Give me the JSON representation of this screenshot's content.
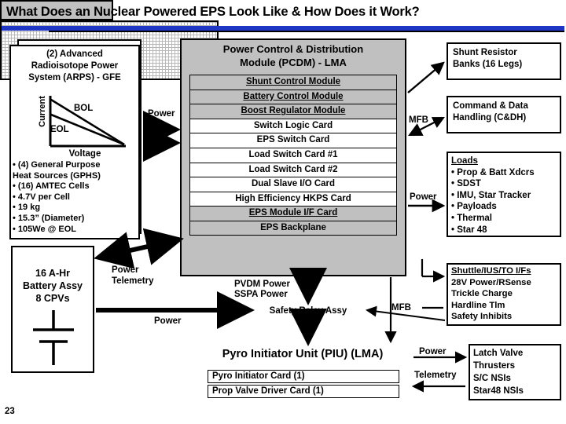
{
  "slide": {
    "title": "What Does an Nuclear Powered EPS Look Like & How Does it Work?",
    "page_number": "23",
    "accent_color": "#1f35c4",
    "panel_fill": "#c0c0c0"
  },
  "arps": {
    "title": "(2) Advanced Radioisotope Power System (ARPS) - GFE",
    "title_line1": "(2) Advanced",
    "title_line2": "Radioisotope Power",
    "title_line3": "System (ARPS) - GFE",
    "graph": {
      "ylabel": "Current",
      "xlabel": "Voltage",
      "curves": [
        {
          "name": "BOL",
          "label": "BOL"
        },
        {
          "name": "EOL",
          "label": "EOL"
        }
      ]
    },
    "bullets": [
      "• (4) General Purpose",
      "Heat Sources (GPHS)",
      "• (16) AMTEC Cells",
      "• 4.7V per Cell",
      "• 19 kg",
      "• 15.3” (Diameter)",
      "• 105We @ EOL"
    ]
  },
  "pcdm": {
    "title_line1": "Power Control & Distribution",
    "title_line2": "Module (PCDM) - LMA",
    "cards": [
      {
        "label": "Shunt Control Module",
        "shaded": true,
        "underlined": false
      },
      {
        "label": "Battery Control Module",
        "shaded": true,
        "underlined": false
      },
      {
        "label": "Boost Regulator Module",
        "shaded": true,
        "underlined": true
      },
      {
        "label": "Switch Logic Card",
        "shaded": false,
        "underlined": false
      },
      {
        "label": "EPS Switch Card",
        "shaded": false,
        "underlined": false
      },
      {
        "label": "Load Switch Card #1",
        "shaded": false,
        "underlined": false
      },
      {
        "label": "Load Switch Card #2",
        "shaded": false,
        "underlined": false
      },
      {
        "label": "Dual Slave I/O Card",
        "shaded": false,
        "underlined": false
      },
      {
        "label": "High Efficiency  HKPS Card",
        "shaded": false,
        "underlined": false
      },
      {
        "label": "EPS Module I/F Card",
        "shaded": true,
        "underlined": false
      },
      {
        "label": "EPS Backplane",
        "shaded": true,
        "underlined": false
      }
    ]
  },
  "shunt_resistor": {
    "line1": "Shunt Resistor",
    "line2": "Banks (16 Legs)"
  },
  "cdh": {
    "line1": "Command & Data",
    "line2": "Handling (C&DH)"
  },
  "loads": {
    "header": "Loads",
    "items": [
      "• Prop & Batt Xdcrs",
      "• SDST",
      "• IMU, Star Tracker",
      "• Payloads",
      "• Thermal",
      "• Star 48"
    ]
  },
  "shuttle": {
    "header": "Shuttle/IUS/TO I/Fs",
    "items": [
      "28V Power/RSense",
      "Trickle Charge",
      "Hardline Tlm",
      "Safety Inhibits"
    ]
  },
  "latch": {
    "items": [
      "Latch Valve",
      "Thrusters",
      "S/C NSIs",
      "Star48 NSIs"
    ]
  },
  "battery": {
    "line1": "16 A-Hr",
    "line2": "Battery Assy",
    "line3": "8 CPVs",
    "symbol": "battery-cell-symbol"
  },
  "safety_relay": {
    "label": "Safety Relay Assy"
  },
  "piu": {
    "title": "Pyro Initiator Unit (PIU) (LMA)",
    "cards": [
      "Pyro Initiator Card (1)",
      "Prop Valve Driver Card (1)"
    ]
  },
  "connectors": {
    "power_arps": "Power",
    "mfb_top": "MFB",
    "power_loads": "Power",
    "power_telemetry_l1": "Power",
    "power_telemetry_l2": "Telemetry",
    "pvdm_power": "PVDM Power",
    "sspa_power": "SSPA Power",
    "power_battery": "Power",
    "mfb_mid": "MFB",
    "power_piu": "Power",
    "telemetry_piu": "Telemetry"
  }
}
